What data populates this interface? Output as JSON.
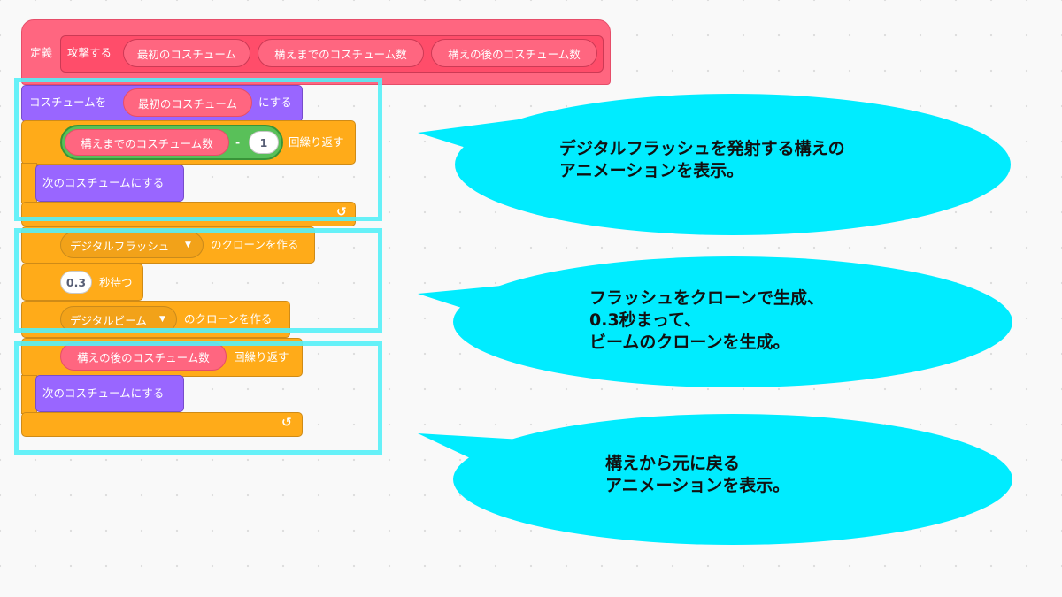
{
  "define_block": {
    "keyword": "定義",
    "name": "攻撃する",
    "params": [
      "最初のコスチューム",
      "構えまでのコスチューム数",
      "構えの後のコスチューム数"
    ]
  },
  "script": {
    "switch_costume": {
      "prefix": "コスチュームを",
      "arg": "最初のコスチューム",
      "suffix": "にする"
    },
    "repeat1": {
      "arg": "構えまでのコスチューム数",
      "operator": "-",
      "number": "1",
      "label": "回繰り返す"
    },
    "next_costume_1": "次のコスチュームにする",
    "clone_flash": {
      "menu": "デジタルフラッシュ",
      "label": "のクローンを作る"
    },
    "wait": {
      "value": "0.3",
      "label": "秒待つ"
    },
    "clone_beam": {
      "menu": "デジタルビーム",
      "label": "のクローンを作る"
    },
    "repeat2": {
      "arg": "構えの後のコスチューム数",
      "label": "回繰り返す"
    },
    "next_costume_2": "次のコスチュームにする"
  },
  "callouts": [
    {
      "lines": [
        "デジタルフラッシュを発射する構えの",
        "アニメーションを表示。"
      ]
    },
    {
      "lines": [
        "フラッシュをクローンで生成、",
        "0.3秒まって、",
        "ビームのクローンを生成。"
      ]
    },
    {
      "lines": [
        "構えから元に戻る",
        "アニメーションを表示。"
      ]
    }
  ],
  "colors": {
    "callout_fill": "#00ecff",
    "highlight_border": "#55f0f7",
    "my_blocks": "#ff6680",
    "looks": "#9966ff",
    "control": "#ffab19",
    "operators": "#59c059"
  }
}
